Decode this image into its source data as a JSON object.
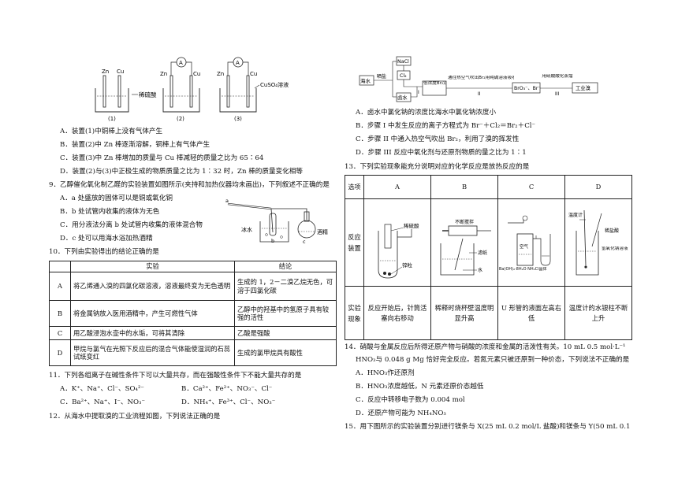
{
  "q8": {
    "fig_labels": [
      "Zn",
      "Cu",
      "Zn",
      "Cu",
      "Zn",
      "Cu"
    ],
    "ammeter": "A",
    "dilute_acid": "稀硫酸",
    "cuso4": "CuSO₄溶液",
    "captions": [
      "(1)",
      "(2)",
      "(3)"
    ],
    "options": [
      "A．装置(1)中铜棒上没有气体产生",
      "B．装置(2)中 Zn 棒逐渐溶解，铜棒上有气体产生",
      "C．装置(3)中 Zn 棒增加的质量与 Cu 棒减轻的质量之比为 65∶64",
      "D．装置(2)与(3)中正极生成的物质质量之比为 1∶32 时，Zn 棒的质量变化相等"
    ]
  },
  "q9": {
    "stem": "9．乙醇催化氧化制乙醛的实验装置如图所示(夹持和加热仪器均未画出)，下列叙述不正确的是",
    "options": [
      "A．a 处盛放的固体可以是铜或氧化铜",
      "B．b 处试管内收集的液体为无色",
      "C．用分液法分离 b 处试管内收集的液体混合物",
      "D．c 处可以用海水浴加热酒精"
    ],
    "fig": {
      "a": "a",
      "b": "b",
      "c": "c",
      "ice": "冰水",
      "ethanol": "酒精"
    }
  },
  "q10": {
    "stem": "10．下列由实验得出的结论正确的是",
    "header": [
      "实验",
      "结论"
    ],
    "rows": [
      {
        "label": "A",
        "exp": "将乙烯通入溴的四氯化碳溶液，溶液最终变为无色透明",
        "concl": "生成的 1，2－二溴乙烷无色，可溶于四氯化碳"
      },
      {
        "label": "B",
        "exp": "将金属钠放入医用酒精中，产生可燃性气体",
        "concl": "乙醇中的羟基中的氢原子具有较强的活性"
      },
      {
        "label": "C",
        "exp": "用乙酸浸泡水壶中的水垢，可将其清除",
        "concl": "乙酸是强酸"
      },
      {
        "label": "D",
        "exp": "甲烷与氯气在光照下反应后的混合气体能使湿润的石蕊试纸变红",
        "concl": "生成的氯甲烷具有酸性"
      }
    ]
  },
  "q11": {
    "stem": "11．下列各组离子在碱性条件下可以大量共存，而在强酸性条件下不能大量共存的是",
    "options": [
      "A．K⁺、Na⁺、Cl⁻、SO₄²⁻",
      "B．Ca²⁺、Fe²⁺、NO₃⁻、Cl⁻",
      "C．Ba²⁺、Na⁺、I⁻、NO₃⁻",
      "D．NH₄⁺、Fe³⁺、Cl⁻、NO₃⁻"
    ]
  },
  "q12": {
    "stem": "12．从海水中提取溴的工业流程如图，下列说法正确的是",
    "flow": {
      "seawater": "海水",
      "salt": "晒盐",
      "nacl": "NaCl",
      "cl2": "Cl₂",
      "brine": "卤水",
      "step1": "I",
      "lowbr": "低浓度Br₂溶液",
      "step2_desc": "通往热空气吹出Br₂用纯碱溶液吸收",
      "step2": "II",
      "bro3": "BrO₃⁻、Br⁻",
      "step3_desc": "用硫酸酸化蒸馏",
      "step3": "III",
      "product": "工业溴"
    },
    "options": [
      "A．卤水中氯化钠的浓度比海水中氯化钠浓度小",
      "B．步骤 I 中发生反应的离子方程式为 Br⁻＋Cl₂＝Br₂＋Cl⁻",
      "C．步骤 II 中通入热空气吹出 Br₂，利用了溴的挥发性",
      "D．步骤 III 反应中氧化剂与还原剂物质的量之比为 1∶1"
    ]
  },
  "q13": {
    "stem": "13．下列实验现象能充分说明对应的化学反应是放热反应的是",
    "col_headers": [
      "选项",
      "A",
      "B",
      "C",
      "D"
    ],
    "row2_label": "反应装置",
    "row3_label": "实验现象",
    "fig_text": {
      "acid": "稀硫酸",
      "zn": "锌粒",
      "stir": "不断搅拌",
      "paper": "滤纸",
      "water": "水",
      "ba": "Ba(OH)₂·8H₂O",
      "nh4cl": "NH₄Cl晶体",
      "air": "空气",
      "thermo": "温度计",
      "hcl": "稀盐酸",
      "naoh": "氢氧化钠溶液"
    },
    "phenomena": [
      "反应开始后，针筒活塞向右移动",
      "稀释时烧杯壁温度明显升高",
      "U 形管的液面左高右低",
      "温度计的水银柱不断上升"
    ]
  },
  "q14": {
    "stem1": "14．硝酸与金属反应后所得还原产物与硝酸的浓度和金属的活泼性有关。10 mL 0.5 mol·L⁻¹",
    "stem2": "HNO₃与 0.048 g Mg 恰好完全反应。若氮元素只被还原到一种价态，下列说法不正确的是",
    "options": [
      "A．HNO₃作还原剂",
      "B．HNO₃浓度越低，N 元素还原价态越低",
      "C．反应中转移电子数为 0.004 mol",
      "D．还原产物可能为 NH₄NO₃"
    ]
  },
  "q15": {
    "stem": "15．用下图所示的实验装置分别进行镁条与 X(25 mL 0.2 mol/L 盐酸)和镁条与 Y(50 mL 0.1"
  }
}
